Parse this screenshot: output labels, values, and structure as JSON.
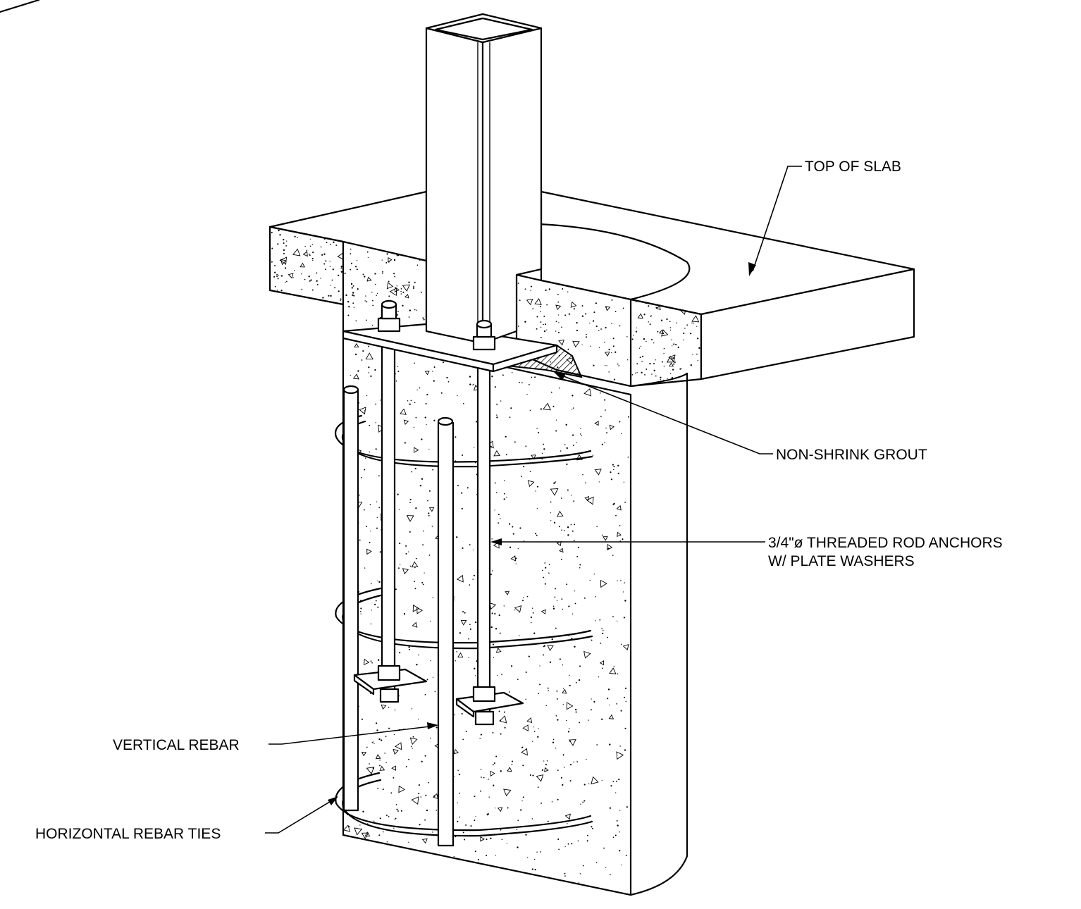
{
  "labels": {
    "top_of_slab": "TOP OF SLAB",
    "non_shrink_grout": "NON-SHRINK GROUT",
    "threaded_rod_line1": "3/4\"ø THREADED ROD ANCHORS",
    "threaded_rod_line2": "W/ PLATE WASHERS",
    "vertical_rebar": "VERTICAL REBAR",
    "horizontal_rebar_ties": "HORIZONTAL REBAR TIES"
  },
  "colors": {
    "line": "#000000",
    "background": "#ffffff",
    "grout_hatch": "#000000"
  }
}
